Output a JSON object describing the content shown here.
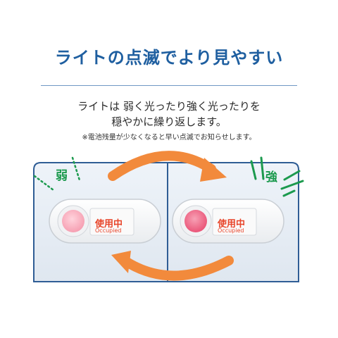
{
  "header": {
    "title": "ライトの点滅でより見やすい"
  },
  "description": {
    "line1": "ライトは 弱く光ったり強く光ったりを",
    "line2": "穏やかに繰り返します。",
    "note": "※電池残量が少なくなると早い点滅でお知らせします。"
  },
  "illustration": {
    "weak_label": "弱",
    "strong_label": "強",
    "badge_left": {
      "jp": "使用中",
      "en": "Occupied"
    },
    "badge_right": {
      "jp": "使用中",
      "en": "Occupied"
    }
  },
  "colors": {
    "title": "#1f5fa0",
    "frame": "#2f5d95",
    "arrow": "#f28a3c",
    "accent_green": "#1c9a4e",
    "indicator_text": "#e8452a",
    "light_weak": "#f8aab8",
    "light_strong": "#f06c8a"
  }
}
